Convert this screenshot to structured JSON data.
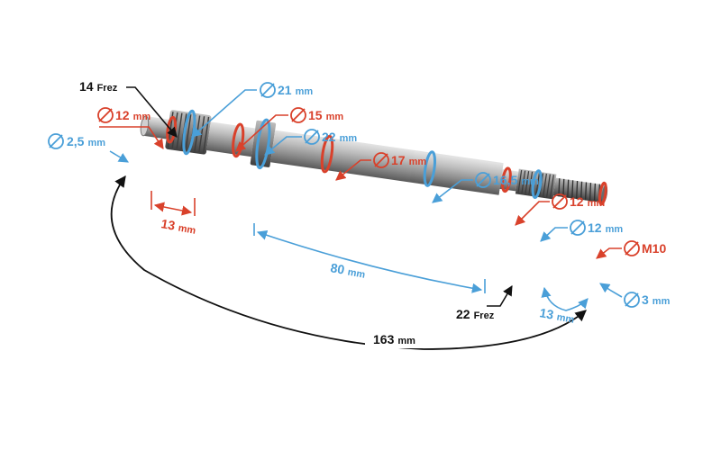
{
  "colors": {
    "blue": "#4a9fd8",
    "red": "#d9412b",
    "black": "#111111",
    "shaft_light": "#c9c9c9",
    "shaft_mid": "#9a9a9a",
    "shaft_dark": "#5e5e5e"
  },
  "icons": {
    "diameter": "diameter-symbol-icon"
  },
  "labels": {
    "frez_left": {
      "num": "14",
      "unit": "Frez"
    },
    "d21": {
      "num": "21",
      "unit": "mm"
    },
    "d12_left": {
      "num": "12",
      "unit": "mm"
    },
    "d15": {
      "num": "15",
      "unit": "mm"
    },
    "d2_5": {
      "num": "2,5",
      "unit": "mm"
    },
    "d22": {
      "num": "22",
      "unit": "mm"
    },
    "d17": {
      "num": "17",
      "unit": "mm"
    },
    "d16_5": {
      "num": "16,5",
      "unit": "mm"
    },
    "d12_right_red": {
      "num": "12",
      "unit": "mm"
    },
    "d12_right_blue": {
      "num": "12",
      "unit": "mm"
    },
    "m10": {
      "num": "M10",
      "unit": ""
    },
    "d3": {
      "num": "3",
      "unit": "mm"
    },
    "len13_left": {
      "num": "13",
      "unit": "mm"
    },
    "len80": {
      "num": "80",
      "unit": "mm"
    },
    "len13_right": {
      "num": "13",
      "unit": "mm"
    },
    "frez_right": {
      "num": "22",
      "unit": "Frez"
    },
    "len163": {
      "num": "163",
      "unit": "mm"
    }
  }
}
